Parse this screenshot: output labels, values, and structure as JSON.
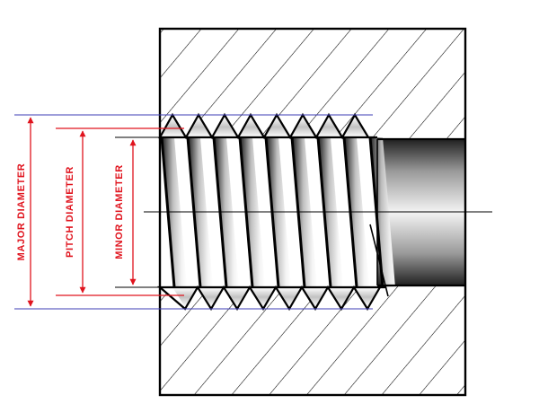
{
  "labels": {
    "major": "MAJOR DIAMETER",
    "pitch": "PITCH DIAMETER",
    "minor": "MINOR DIAMETER"
  },
  "colors": {
    "dimension": "#e0141e",
    "extension_major": "#3c3cb4",
    "outline": "#000000",
    "hatch": "#000000",
    "background": "#ffffff"
  }
}
